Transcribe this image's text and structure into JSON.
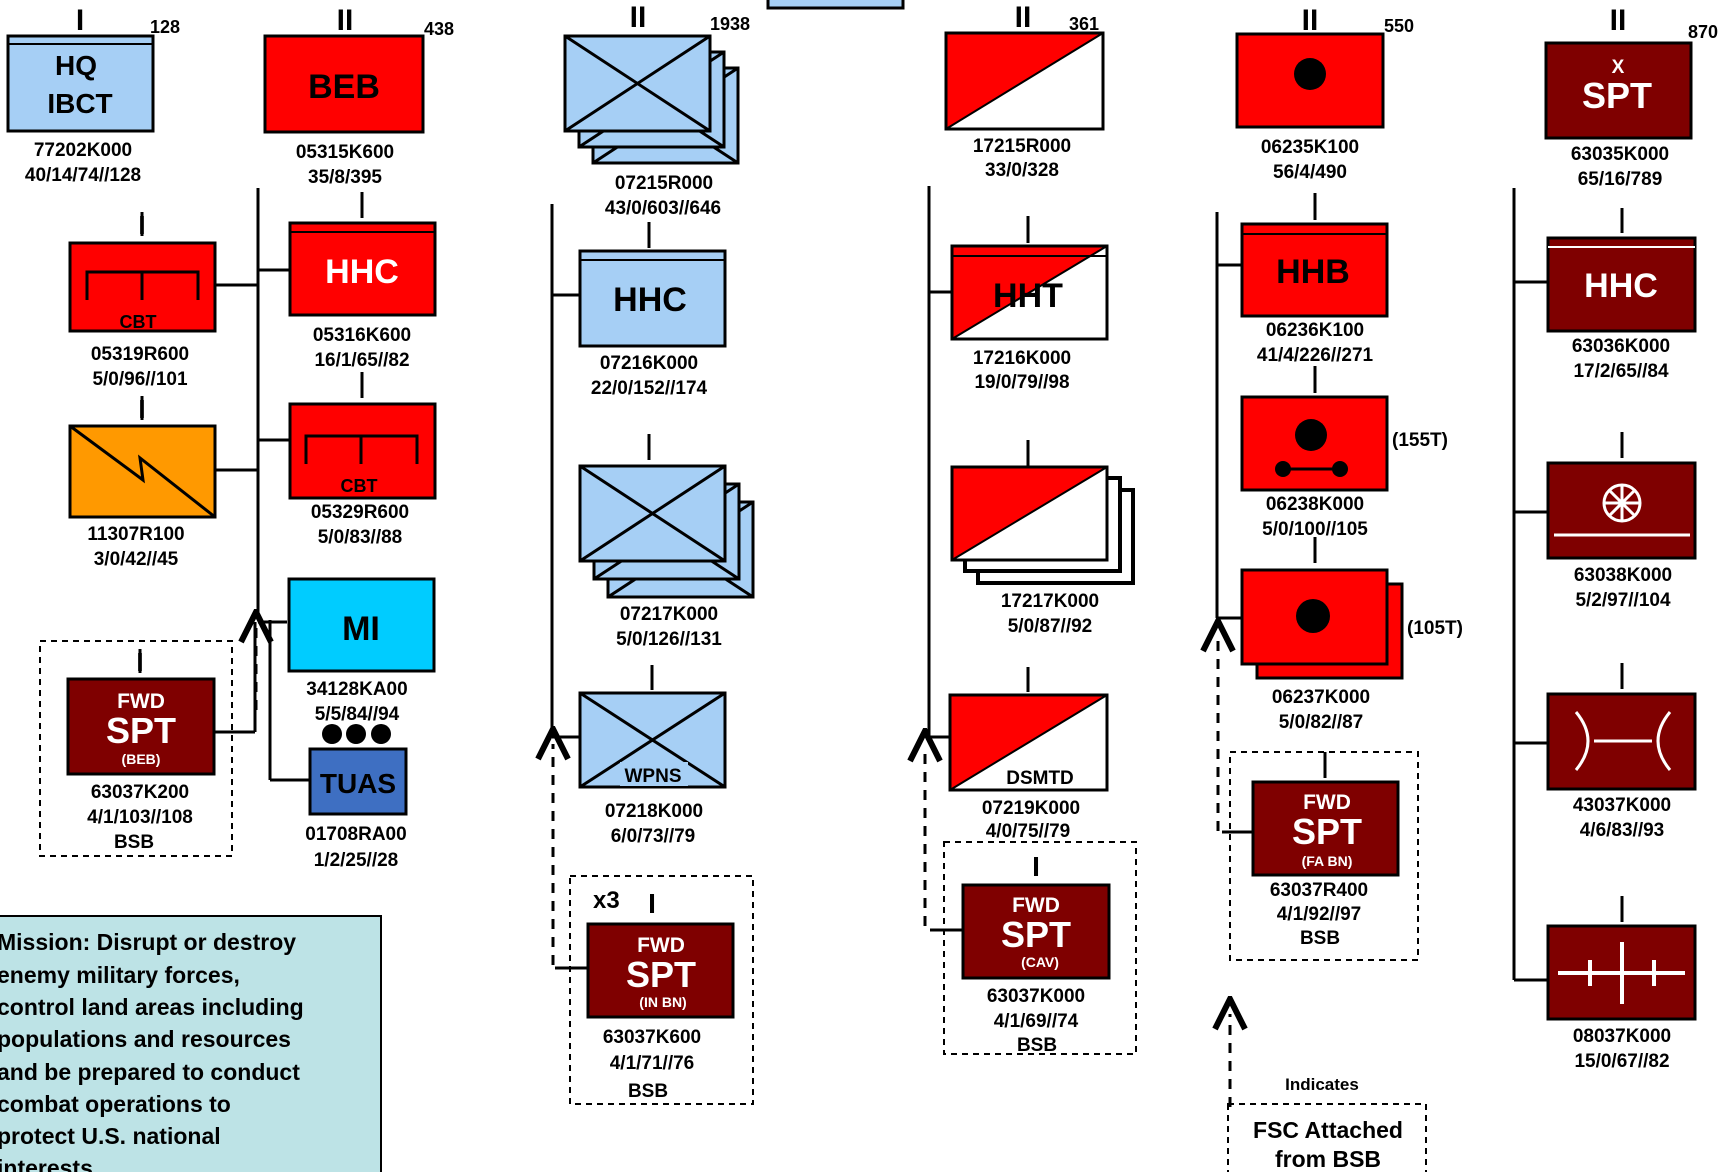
{
  "colors": {
    "hq_blue": "#a6cff5",
    "red": "#ff0000",
    "maroon": "#7f0000",
    "orange": "#ff9900",
    "cyan": "#00ccff",
    "tuas_blue": "#3e6fc2",
    "mission_bg": "#bde3e6"
  },
  "hq": {
    "echelon": "I",
    "strength": "128",
    "label1": "HQ",
    "label2": "IBCT",
    "code": "77202K000",
    "stats": "40/14/74//128"
  },
  "beb": {
    "echelon": "II",
    "strength": "438",
    "label": "BEB",
    "code": "05315K600",
    "stats": "35/8/395",
    "hhc": {
      "echelon": "I",
      "label": "HHC",
      "code": "05316K600",
      "stats": "16/1/65//82"
    },
    "cbt1": {
      "echelon": "I",
      "label": "CBT",
      "code": "05319R600",
      "stats": "5/0/96//101"
    },
    "signal": {
      "echelon": "I",
      "code": "11307R100",
      "stats": "3/0/42//45"
    },
    "cbt2": {
      "echelon": "I",
      "label": "CBT",
      "code": "05329R600",
      "stats": "5/0/83//88"
    },
    "mi": {
      "label": "MI",
      "code": "34128KA00",
      "stats": "5/5/84//94"
    },
    "tuas": {
      "label": "TUAS",
      "code": "01708RA00",
      "stats": "1/2/25//28"
    },
    "fsc": {
      "echelon": "I",
      "label_top": "FWD",
      "label_main": "SPT",
      "label_sub": "(BEB)",
      "code": "63037K200",
      "stats": "4/1/103//108",
      "owner": "BSB"
    }
  },
  "infantry": {
    "echelon": "II",
    "strength": "1938",
    "code": "07215R000",
    "stats": "43/0/603//646",
    "hhc": {
      "echelon": "I",
      "label": "HHC",
      "code": "07216K000",
      "stats": "22/0/152//174"
    },
    "rifle": {
      "echelon": "I",
      "code": "07217K000",
      "stats": "5/0/126//131"
    },
    "weapons": {
      "echelon": "I",
      "label": "WPNS",
      "code": "07218K000",
      "stats": "6/0/73//79"
    },
    "fsc": {
      "multiplier": "x3",
      "echelon": "I",
      "label_top": "FWD",
      "label_main": "SPT",
      "label_sub": "(IN BN)",
      "code": "63037K600",
      "stats": "4/1/71//76",
      "owner": "BSB"
    }
  },
  "cavalry": {
    "echelon": "II",
    "strength": "361",
    "code": "17215R000",
    "stats": "33/0/328",
    "hht": {
      "echelon": "I",
      "label": "HHT",
      "code": "17216K000",
      "stats": "19/0/79//98"
    },
    "troop": {
      "echelon": "I",
      "code": "17217K000",
      "stats": "5/0/87//92"
    },
    "dsmtd": {
      "echelon": "I",
      "label": "DSMTD",
      "code": "07219K000",
      "stats": "4/0/75//79"
    },
    "fsc": {
      "echelon": "I",
      "label_top": "FWD",
      "label_main": "SPT",
      "label_sub": "(CAV)",
      "code": "63037K000",
      "stats": "4/1/69//74",
      "owner": "BSB"
    }
  },
  "artillery": {
    "echelon": "II",
    "strength": "550",
    "code": "06235K100",
    "stats": "56/4/490",
    "hhb": {
      "echelon": "I",
      "label": "HHB",
      "code": "06236K100",
      "stats": "41/4/226//271"
    },
    "towed155": {
      "echelon": "I",
      "note": "(155T)",
      "code": "06238K000",
      "stats": "5/0/100//105"
    },
    "towed105": {
      "note": "(105T)",
      "code": "06237K000",
      "stats": "5/0/82//87"
    },
    "fsc": {
      "echelon": "I",
      "label_top": "FWD",
      "label_main": "SPT",
      "label_sub": "(FA BN)",
      "code": "63037R400",
      "stats": "4/1/92//97",
      "owner": "BSB"
    }
  },
  "support": {
    "echelon": "II",
    "strength": "870",
    "marker": "X",
    "label": "SPT",
    "code": "63035K000",
    "stats": "65/16/789",
    "hhc": {
      "echelon": "I",
      "label": "HHC",
      "code": "63036K000",
      "stats": "17/2/65//84"
    },
    "maint": {
      "echelon": "I",
      "code": "63038K000",
      "stats": "5/2/97//104"
    },
    "medical": {
      "echelon": "I",
      "code": "43037K000",
      "stats": "4/6/83//93"
    },
    "transport": {
      "echelon": "I",
      "code": "08037K000",
      "stats": "15/0/67//82"
    }
  },
  "mission": {
    "lines": [
      "Mission: Disrupt or destroy",
      "enemy military forces,",
      "control land areas including",
      "populations and resources",
      "and be prepared to conduct",
      "combat operations to",
      "protect U.S. national",
      "interests."
    ]
  },
  "legend": {
    "caption": "Indicates",
    "line1": "FSC Attached",
    "line2": "from BSB"
  }
}
